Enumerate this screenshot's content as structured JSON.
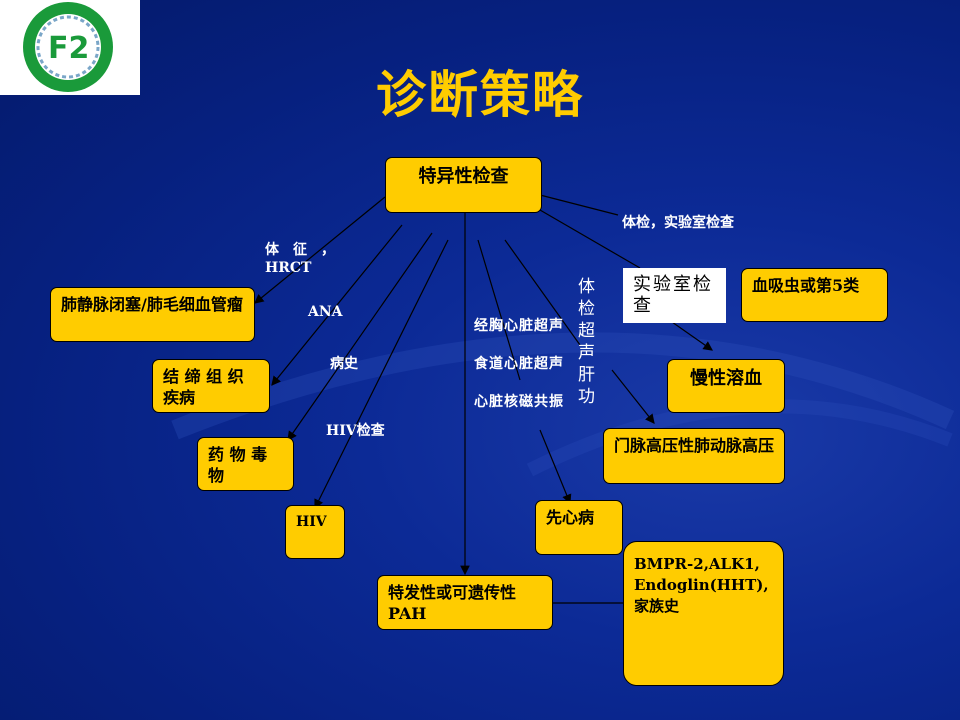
{
  "title": "诊断策略",
  "root": "特异性检查",
  "labels": {
    "exam_lab": "体检，实验室检查",
    "signs": "体　征　，",
    "hrct": "HRCT",
    "ana": "ANA",
    "history": "病史",
    "hiv_test": "HIV检查",
    "echo1": "经胸心脏超声",
    "echo2": "食道心脏超声",
    "mri": "心脏核磁共振",
    "vertical": "体检超声肝功"
  },
  "boxes": {
    "pvod": "肺静脉闭塞/肺毛细血管瘤",
    "ctd": "结 缔 组 织 疾病",
    "drug": "药 物 毒 物",
    "hiv": "HIV",
    "ipah": "特发性或可遗传性PAH",
    "chd": "先心病",
    "lab": "实验室检查",
    "schisto": "血吸虫或第5类",
    "hemolysis": "慢性溶血",
    "portal": "门脉高压性肺动脉高压",
    "genes": "BMPR-2,ALK1, Endoglin(HHT), 家族史"
  }
}
